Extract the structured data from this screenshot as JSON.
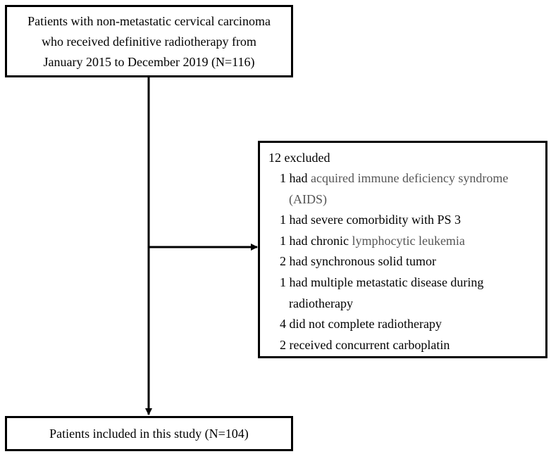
{
  "start_box": {
    "lines": [
      "Patients with non-metastatic cervical carcinoma",
      "who received definitive radiotherapy from",
      "January 2015 to December 2019 (N=116)"
    ]
  },
  "excluded_box": {
    "heading": "12 excluded",
    "items": [
      {
        "count_prefix": "1 had ",
        "highlight": "acquired immune deficiency syndrome",
        "continuation": "(AIDS)"
      },
      {
        "text": "1 had severe comorbidity with PS 3"
      },
      {
        "count_prefix": "1 had chronic ",
        "highlight": "lymphocytic leukemia"
      },
      {
        "text": "2 had synchronous solid tumor"
      },
      {
        "text": "1 had multiple metastatic disease during",
        "continuation": "radiotherapy"
      },
      {
        "text": "4 did not complete radiotherapy"
      },
      {
        "text": "2 received concurrent carboplatin"
      }
    ]
  },
  "end_box": {
    "text": "Patients included in this study (N=104)"
  }
}
